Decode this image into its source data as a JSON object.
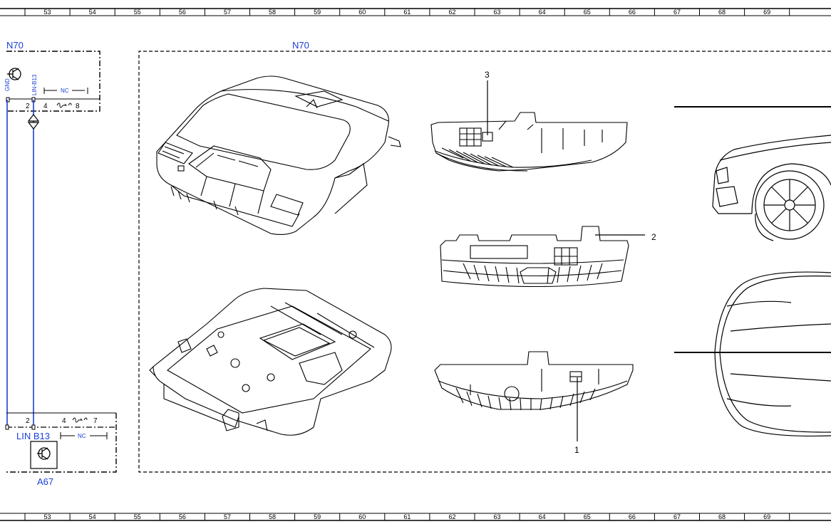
{
  "ruler": {
    "columns": [
      "53",
      "54",
      "55",
      "56",
      "57",
      "58",
      "59",
      "60",
      "61",
      "62",
      "63",
      "64",
      "65",
      "66",
      "67",
      "68",
      "69"
    ]
  },
  "left_module": {
    "ref": "N70",
    "pin_gnd": "GND",
    "pin_lin": "LIN-B13",
    "nc": "NC",
    "pins": [
      "2",
      "4",
      "8"
    ]
  },
  "main_box": {
    "ref": "N70"
  },
  "bottom_module": {
    "ref": "A67",
    "lin_label": "LIN B13",
    "nc": "NC",
    "pins": [
      "2",
      "4",
      "7"
    ]
  },
  "callouts": {
    "c1": "1",
    "c2": "2",
    "c3": "3"
  },
  "colors": {
    "wire": "#1a3fd6",
    "ink": "#000000"
  }
}
